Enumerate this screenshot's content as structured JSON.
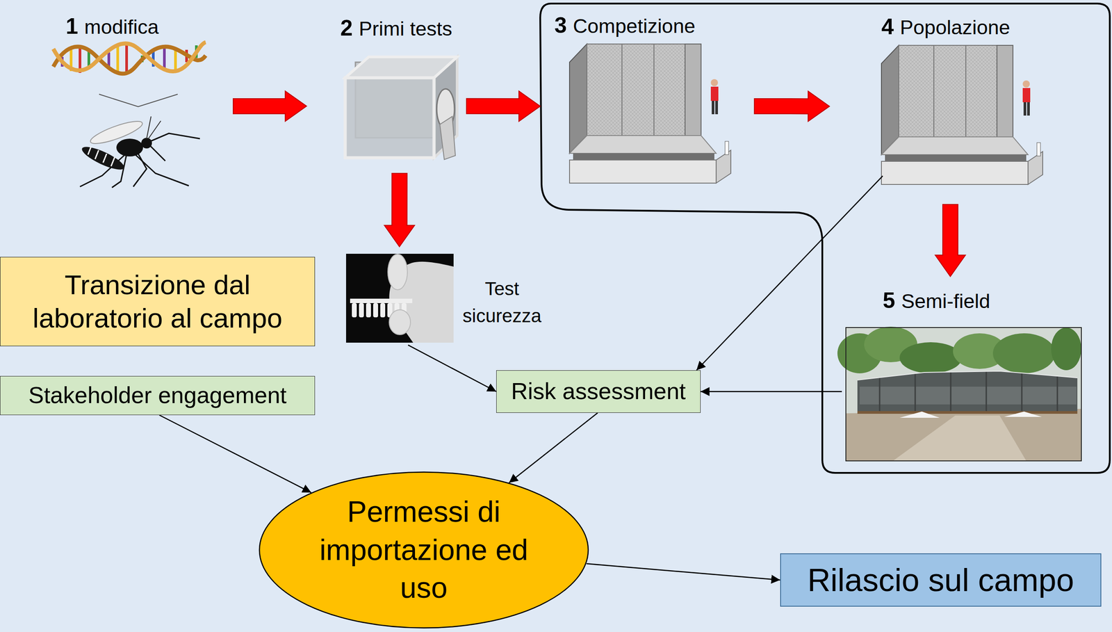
{
  "diagram": {
    "nodes": [
      {
        "text": [
          "1",
          "modifica"
        ]
      },
      {
        "text": [
          "2",
          "Primi tests"
        ]
      },
      {
        "text": [
          "3",
          "Competizione"
        ]
      },
      {
        "text": [
          "4",
          "Popolazione"
        ]
      },
      {
        "text": [
          "Test sicurezza"
        ]
      },
      {
        "text": [
          "Transizione dal laboratorio al campo"
        ]
      },
      {
        "text": [
          "5",
          "Semi-field"
        ]
      },
      {
        "text": [
          "Risk assessment"
        ]
      },
      {
        "text": [
          "Stakeholder engagement"
        ]
      },
      {
        "text": [
          "Permessi di importazione ed uso"
        ]
      },
      {
        "text": [
          "Rilascio sul campo"
        ]
      }
    ],
    "edges": [
      {
        "from": 0,
        "to": 1,
        "arrow": "to"
      },
      {
        "from": 1,
        "to": 2,
        "arrow": "to"
      },
      {
        "from": 2,
        "to": 3,
        "arrow": "to"
      },
      {
        "from": 1,
        "to": 4,
        "arrow": "to"
      },
      {
        "from": 3,
        "to": 6,
        "arrow": "to"
      },
      {
        "from": 4,
        "to": 7,
        "arrow": "to"
      },
      {
        "from": 3,
        "to": 7,
        "arrow": "to"
      },
      {
        "from": 6,
        "to": 7,
        "arrow": "to"
      },
      {
        "from": 8,
        "to": 9,
        "arrow": "to"
      },
      {
        "from": 7,
        "to": 9,
        "arrow": "to"
      },
      {
        "from": 9,
        "to": 10,
        "arrow": "to"
      }
    ]
  }
}
